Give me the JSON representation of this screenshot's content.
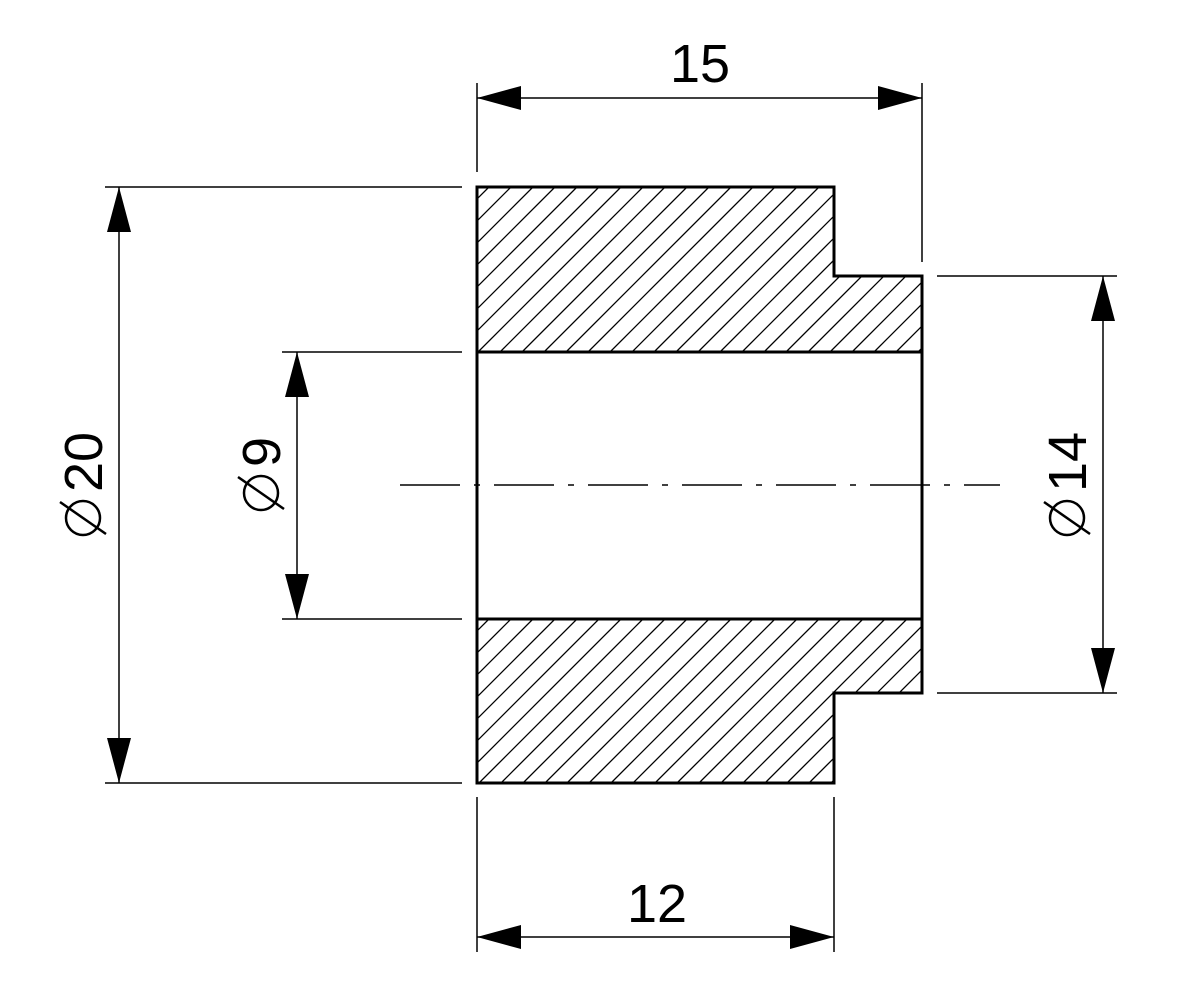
{
  "dimensions": {
    "overall_length": "15",
    "flange_length": "12",
    "outer_diameter": "20",
    "bore_diameter": "9",
    "hub_diameter": "14"
  },
  "symbols": {
    "diameter_symbol": "diameter-symbol"
  }
}
